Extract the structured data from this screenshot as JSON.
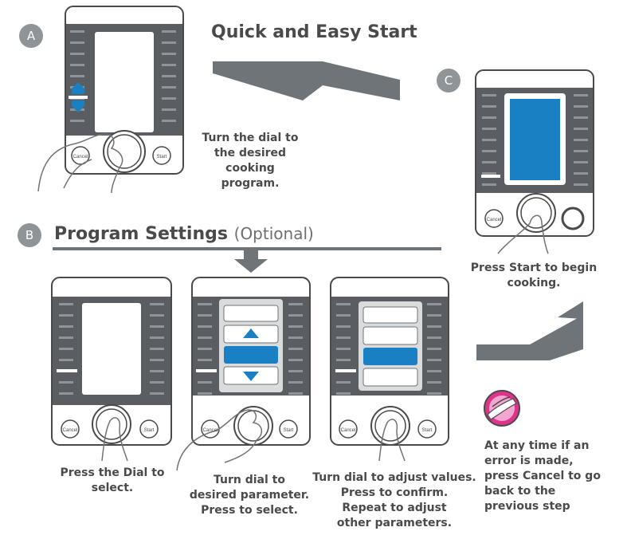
{
  "sections": {
    "a_label": "A",
    "b_label": "B",
    "c_label": "C"
  },
  "quick_start": {
    "title": "Quick and Easy Start",
    "caption": "Turn the dial to\nthe desired\ncooking program."
  },
  "program_settings": {
    "title": "Program Settings",
    "optional": "(Optional)",
    "step1_caption": "Press the Dial to\nselect.",
    "step2_caption": "Turn dial to\ndesired parameter.\nPress to select.",
    "step3_caption": "Turn dial to adjust values.\nPress to confirm.\nRepeat to adjust\nother parameters."
  },
  "start_step": {
    "caption": "Press Start to begin\ncooking."
  },
  "error_note": {
    "caption": "At any time if an\nerror is made,\npress Cancel to go\nback to the\nprevious step",
    "icon": "pen-hand-icon"
  },
  "buttons": {
    "cancel": "Cancel",
    "start": "Start"
  },
  "colors": {
    "panel_dark": "#5a5e63",
    "screen_blue": "#1a80c4",
    "accent_magenta": "#e0338c",
    "arrow_gray": "#6f7479",
    "badge_gray": "#8f9499"
  }
}
